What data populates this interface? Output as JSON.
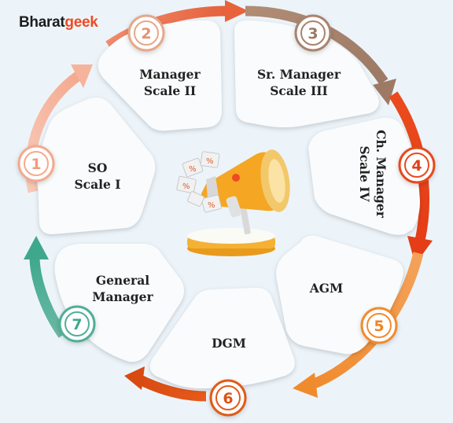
{
  "brand": {
    "part1": "Bharat",
    "part2": "geek"
  },
  "steps": [
    {
      "number": "1",
      "line1": "SO",
      "line2": "Scale I",
      "color": "#f4a98e"
    },
    {
      "number": "2",
      "line1": "Manager",
      "line2": "Scale II",
      "color": "#e6a78a"
    },
    {
      "number": "3",
      "line1": "Sr. Manager",
      "line2": "Scale III",
      "color": "#a8836e"
    },
    {
      "number": "4",
      "line1": "Ch. Manager",
      "line2": "Scale IV",
      "color": "#e64a1e"
    },
    {
      "number": "5",
      "line1": "AGM",
      "line2": "",
      "color": "#f08b2d"
    },
    {
      "number": "6",
      "line1": "DGM",
      "line2": "",
      "color": "#e25a18"
    },
    {
      "number": "7",
      "line1": "General",
      "line2": "Manager",
      "color": "#4faf97"
    }
  ]
}
